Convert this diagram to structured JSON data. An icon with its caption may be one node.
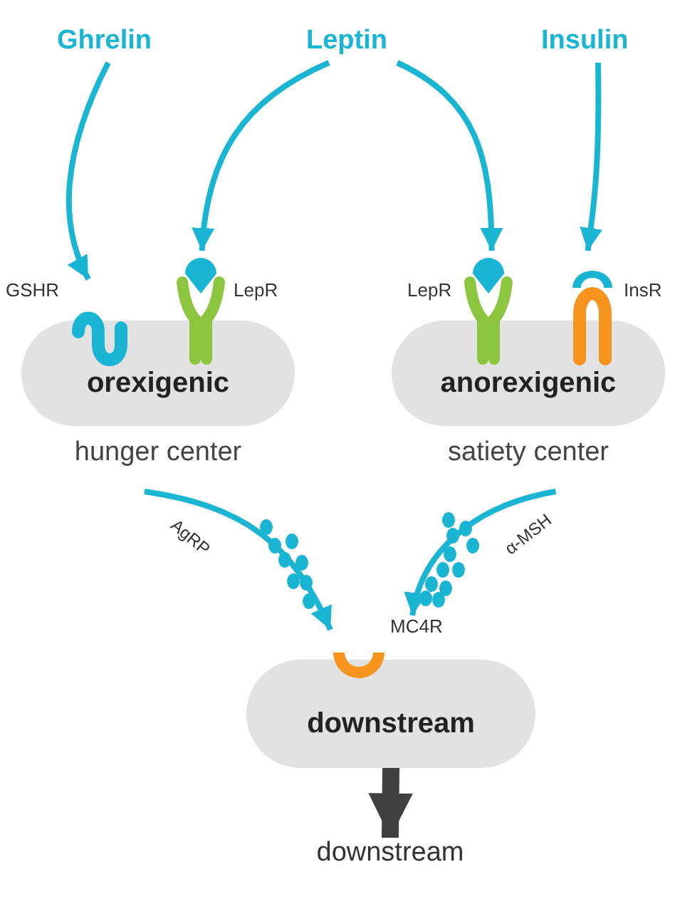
{
  "diagram": {
    "nodes": [
      {
        "text": [
          "Ghrelin"
        ]
      },
      {
        "text": [
          "Leptin"
        ]
      },
      {
        "text": [
          "Insulin"
        ]
      },
      {
        "text": [
          "GSHR"
        ]
      },
      {
        "text": [
          "LepR"
        ]
      },
      {
        "text": [
          "LepR"
        ]
      },
      {
        "text": [
          "InsR"
        ]
      },
      {
        "text": [
          "orexigenic"
        ],
        "beside": [
          "hunger center"
        ]
      },
      {
        "text": [
          "anorexigenic"
        ],
        "beside": [
          "satiety center"
        ]
      },
      {
        "text": [
          "MC4R"
        ]
      },
      {
        "text": [
          "downstream"
        ]
      },
      {
        "text": [
          "downstream"
        ]
      }
    ],
    "edges": [
      {
        "from": 0,
        "to": 3,
        "arrow": "to"
      },
      {
        "from": 1,
        "to": 4,
        "arrow": "to"
      },
      {
        "from": 1,
        "to": 5,
        "arrow": "to"
      },
      {
        "from": 2,
        "to": 6,
        "arrow": "to"
      },
      {
        "from": 7,
        "to": 9,
        "arrow": "to",
        "label": "AgRP"
      },
      {
        "from": 8,
        "to": 9,
        "arrow": "to",
        "label": "α-MSH"
      },
      {
        "from": 10,
        "to": 11,
        "arrow": "to",
        "style": "thick",
        "color": "#404040"
      }
    ]
  }
}
